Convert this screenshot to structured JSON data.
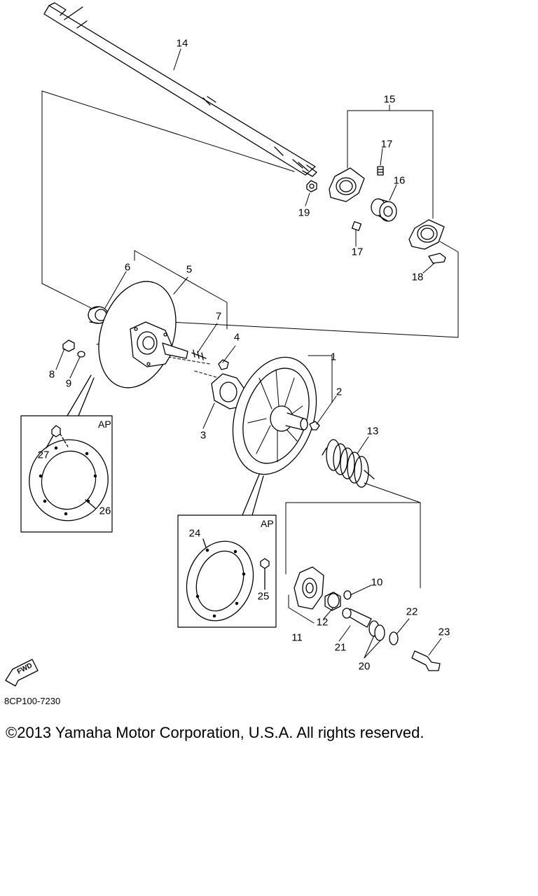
{
  "diagram": {
    "callouts": [
      "1",
      "2",
      "3",
      "4",
      "5",
      "6",
      "7",
      "8",
      "9",
      "10",
      "11",
      "12",
      "13",
      "14",
      "15",
      "16",
      "17",
      "17",
      "18",
      "19",
      "20",
      "21",
      "22",
      "23",
      "24",
      "25",
      "26",
      "27"
    ],
    "inset_left_label": "AP",
    "inset_right_label": "AP",
    "arrow_label": "FWD",
    "part_code": "8CP100-7230"
  },
  "footer": {
    "copyright": "©2013 Yamaha Motor Corporation, U.S.A. All rights reserved."
  }
}
